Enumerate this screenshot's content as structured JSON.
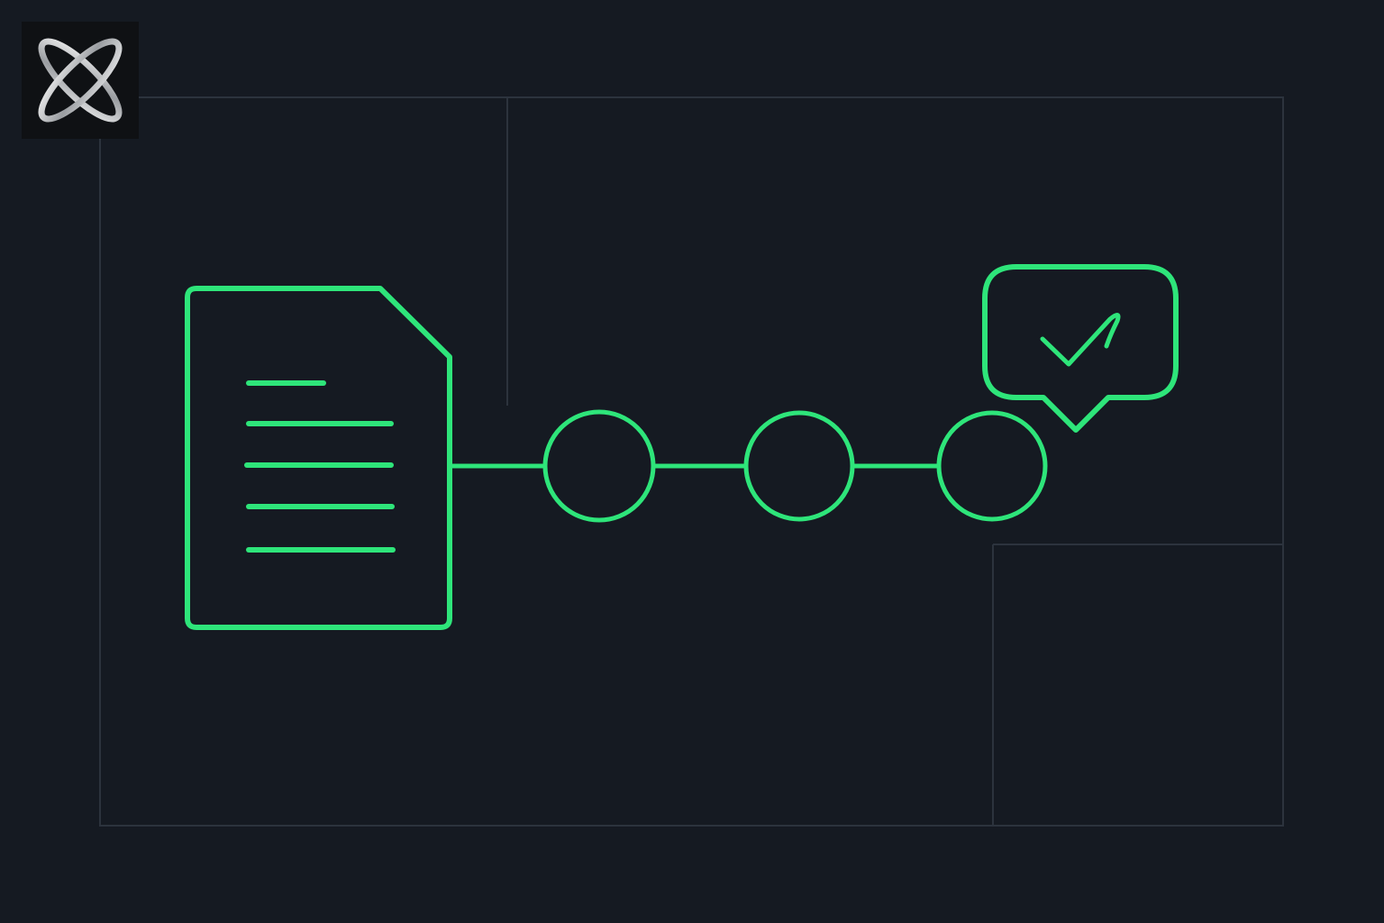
{
  "colors": {
    "background": "#151a22",
    "grid_line": "#2c333d",
    "accent": "#2ee57a",
    "logo_bg": "#0f1114",
    "logo_mark": "#d9dadc"
  },
  "logo": {
    "icon": "x-orbit-logo-icon"
  },
  "diagram": {
    "nodes": [
      {
        "id": "document",
        "icon": "document-icon"
      },
      {
        "id": "step-1",
        "icon": "circle-node-icon"
      },
      {
        "id": "step-2",
        "icon": "circle-node-icon"
      },
      {
        "id": "step-3",
        "icon": "circle-node-icon"
      },
      {
        "id": "approval",
        "icon": "checkmark-speech-bubble-icon"
      }
    ],
    "edges": [
      {
        "from": "document",
        "to": "step-1"
      },
      {
        "from": "step-1",
        "to": "step-2"
      },
      {
        "from": "step-2",
        "to": "step-3"
      },
      {
        "from": "step-3",
        "to": "approval"
      }
    ]
  }
}
